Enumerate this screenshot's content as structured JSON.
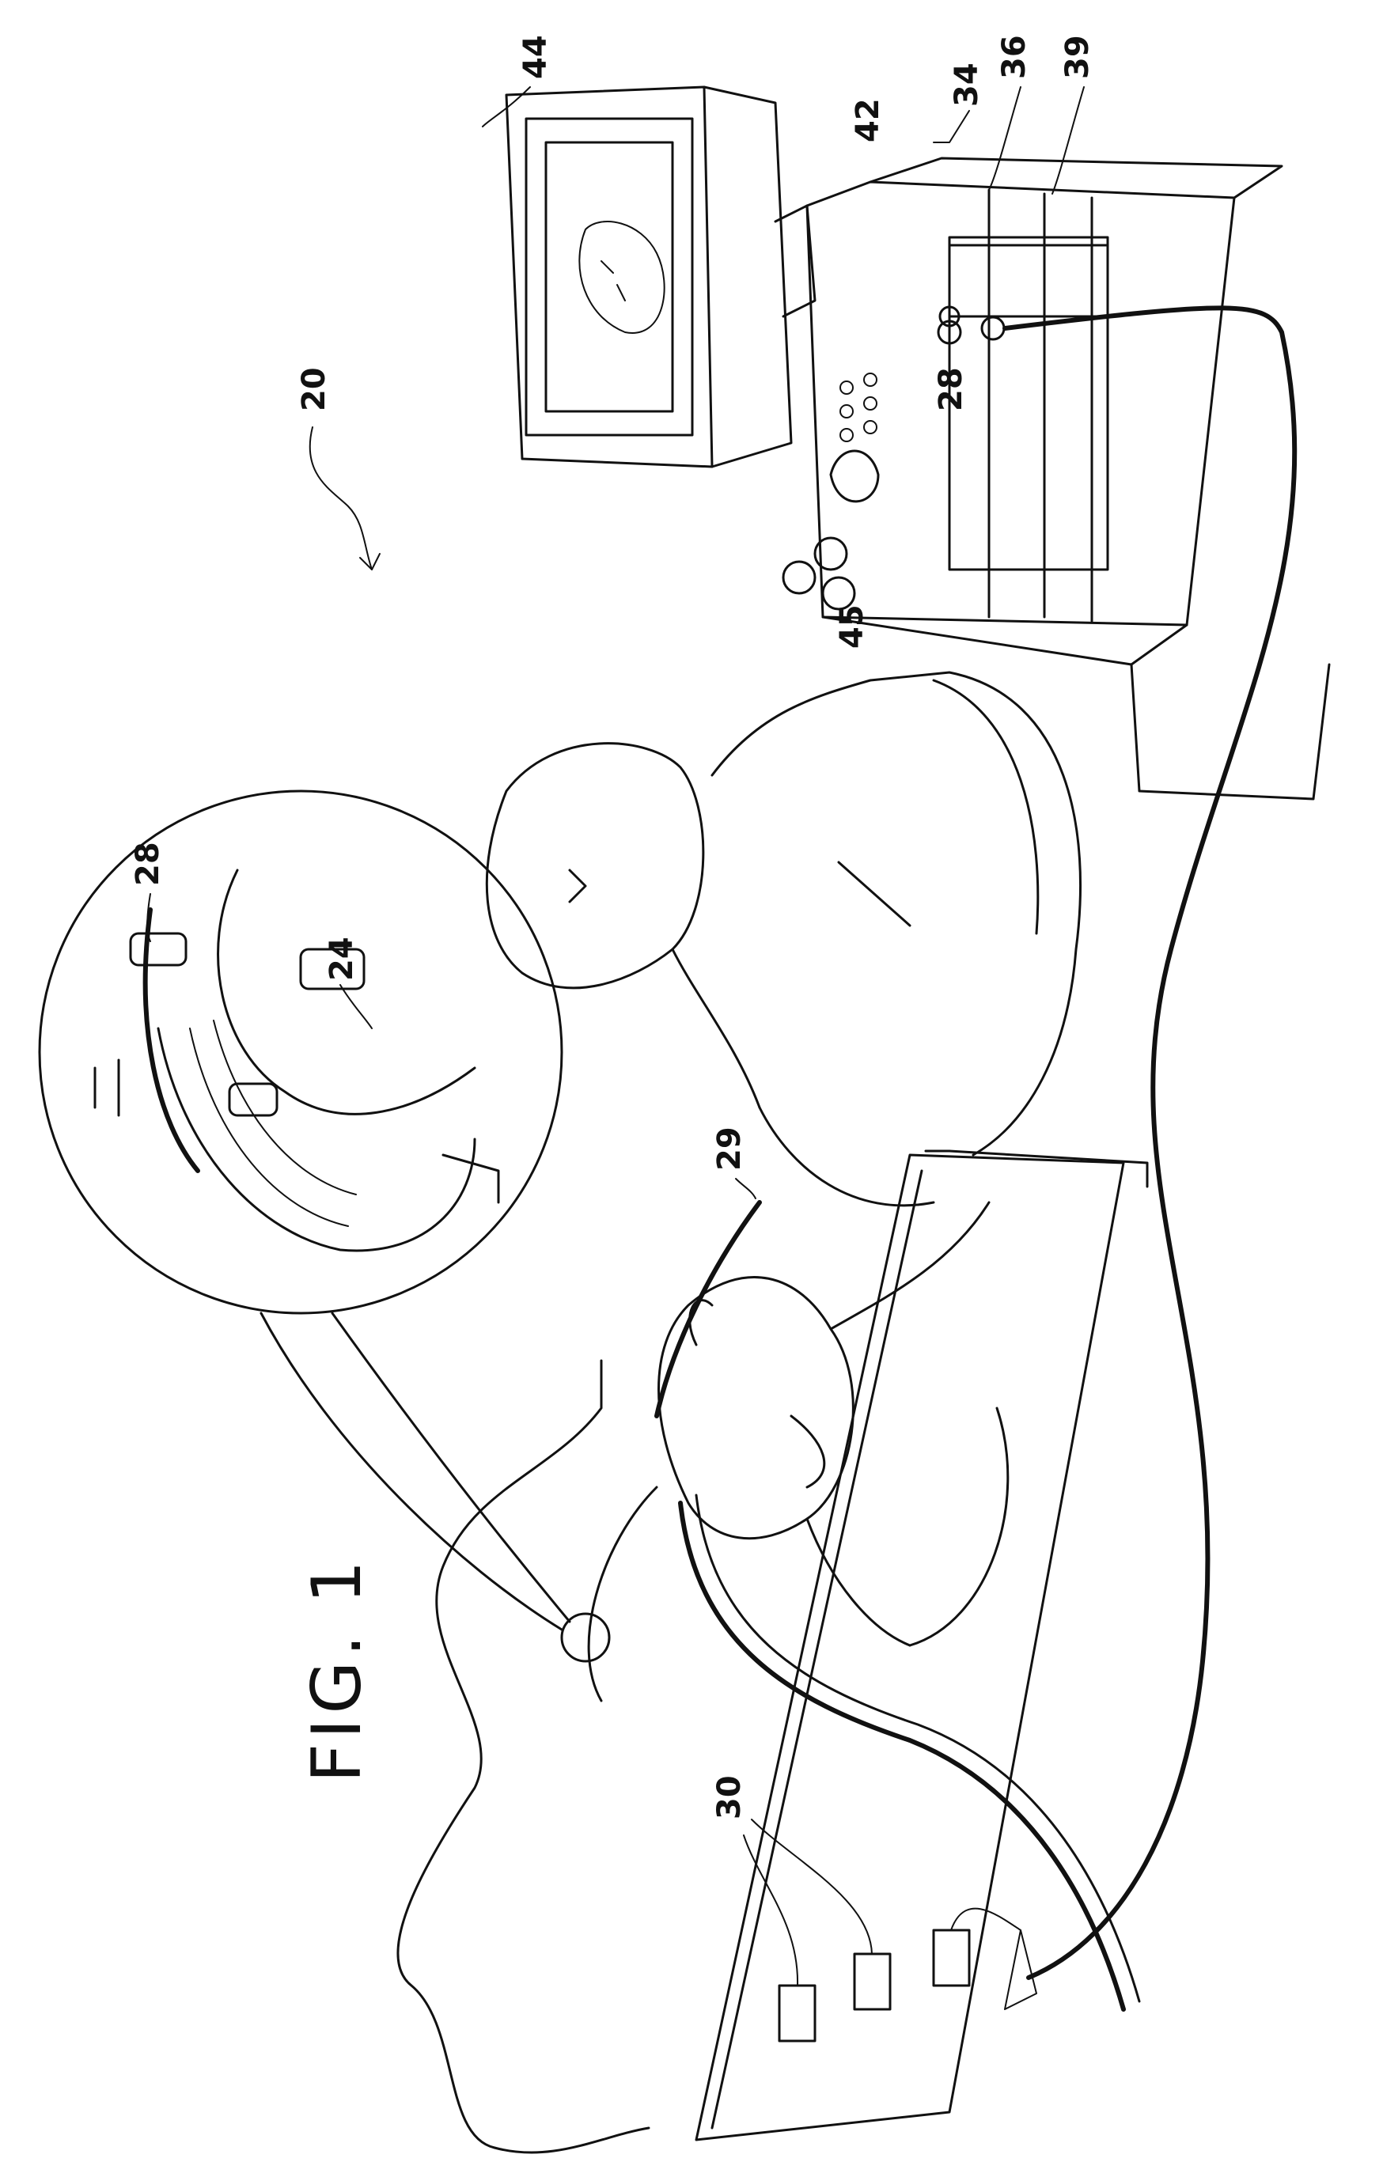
{
  "figure": {
    "caption": "FIG. 1"
  },
  "reference_labels": {
    "system": "20",
    "heart": "24",
    "catheter_inset": "28",
    "catheter_console": "28",
    "catheter_hand": "29",
    "body_electrodes": "30",
    "console": "34",
    "unit_36": "36",
    "unit_39": "39",
    "console_body": "42",
    "monitor": "44",
    "display": "45"
  }
}
